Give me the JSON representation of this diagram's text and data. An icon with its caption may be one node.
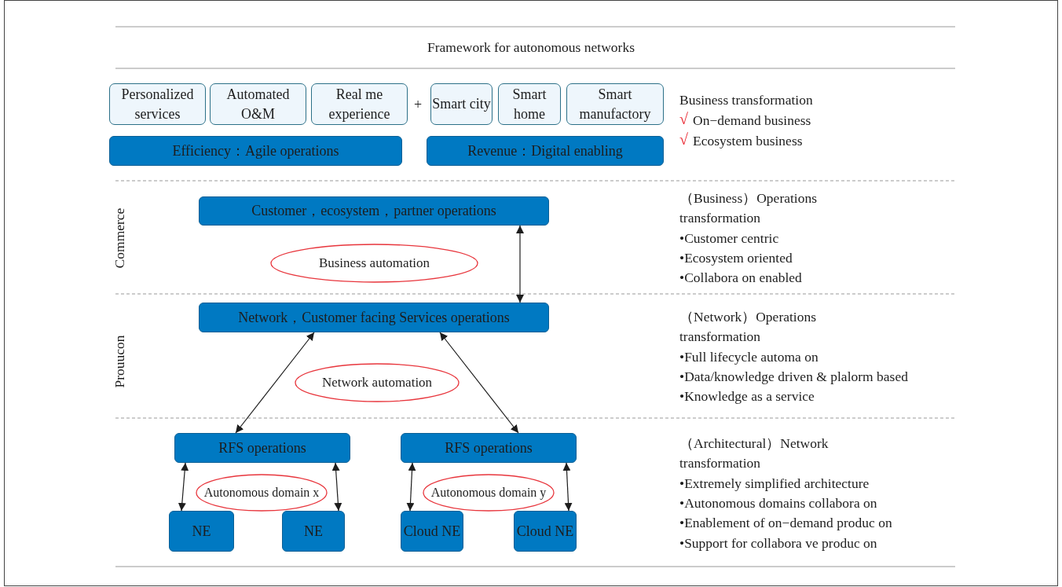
{
  "diagram": {
    "title": "Framework for autonomous networks",
    "nodes": [
      {
        "text": [
          "Personalized services"
        ]
      },
      {
        "text": [
          "Automated O&M"
        ]
      },
      {
        "text": [
          "Real me experience"
        ]
      },
      {
        "text": [
          "Smart city"
        ]
      },
      {
        "text": [
          "Smart home"
        ]
      },
      {
        "text": [
          "Smart manufactory"
        ]
      },
      {
        "text": [
          "Efficiency：Agile operations"
        ]
      },
      {
        "text": [
          "Revenue：Digital enabling"
        ]
      },
      {
        "text": [
          "Customer，ecosystem，partner operations"
        ]
      },
      {
        "text": [
          "Business automation"
        ]
      },
      {
        "text": [
          "Network，Customer facing Services operations"
        ]
      },
      {
        "text": [
          "Network automation"
        ]
      },
      {
        "text": [
          "RFS operations"
        ]
      },
      {
        "text": [
          "RFS operations"
        ]
      },
      {
        "text": [
          "Autonomous domain x"
        ]
      },
      {
        "text": [
          "Autonomous domain y"
        ]
      },
      {
        "text": [
          "NE"
        ]
      },
      {
        "text": [
          "NE"
        ]
      },
      {
        "text": [
          "Cloud NE"
        ]
      },
      {
        "text": [
          "Cloud NE"
        ]
      }
    ],
    "edges": [
      {
        "from": 8,
        "to": 10,
        "arrow": "both"
      },
      {
        "from": 12,
        "to": 10,
        "arrow": "both"
      },
      {
        "from": 13,
        "to": 10,
        "arrow": "both"
      },
      {
        "from": 16,
        "to": 12,
        "arrow": "both"
      },
      {
        "from": 17,
        "to": 12,
        "arrow": "both"
      },
      {
        "from": 18,
        "to": 13,
        "arrow": "both"
      },
      {
        "from": 19,
        "to": 13,
        "arrow": "both"
      }
    ],
    "labels": [
      "+",
      "Commerce",
      "Prouucon",
      "Business transformation",
      "√",
      "On−demand business",
      "√",
      "Ecosystem business",
      "（Business）Operations transformation",
      "•Customer centric",
      "•Ecosystem oriented",
      "•Collabora on enabled",
      "（Network）Operations transformation",
      "•Full lifecycle automa on",
      "•Data/knowledge driven & plalorm based",
      "•Knowledge as a service",
      "（Architectural）Network transformation",
      "•Extremely simplified architecture",
      "•Autonomous domains collabora on",
      "•Enablement of on−demand produc on",
      "•Support for collabora ve produc on"
    ]
  }
}
